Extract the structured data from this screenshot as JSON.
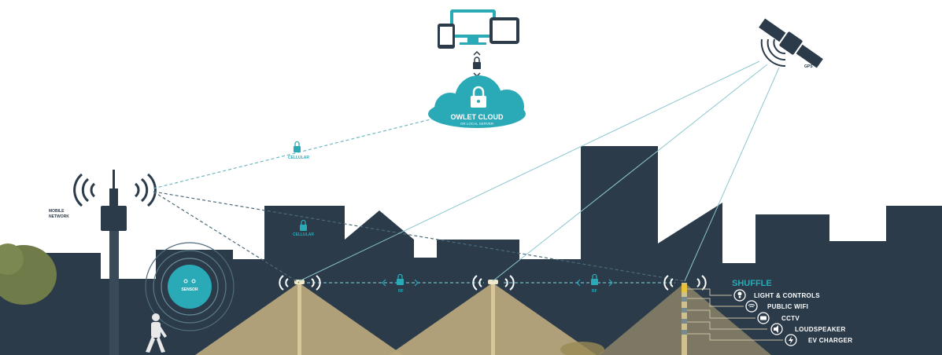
{
  "cloud": {
    "title": "OWLET CLOUD",
    "subtitle": "OR LOCAL SERVER"
  },
  "labels": {
    "mobile_network": [
      "MOBILE",
      "NETWORK"
    ],
    "gps": "GPS",
    "cellular_top": "CELLULAR",
    "cellular_mid": "CELLULAR",
    "rf_left": "RF",
    "rf_right": "RF",
    "sensor": "SENSOR"
  },
  "shuffle": {
    "title": "SHUFFLE",
    "features": [
      "LIGHT & CONTROLS",
      "PUBLIC WIFI",
      "CCTV",
      "LOUDSPEAKER",
      "EV CHARGER"
    ]
  },
  "colors": {
    "city": "#2b3b4a",
    "accent": "#2aa9b7",
    "light_cone": "#b7a57b",
    "tree": "#6f7b48"
  },
  "icons": [
    "devices-icon",
    "lock-icon",
    "cloud-icon",
    "satellite-icon",
    "antenna-tower-icon",
    "signal-waves-icon",
    "pedestrian-icon",
    "sensor-icon",
    "street-light-icon",
    "lightbulb-icon",
    "wifi-icon",
    "camera-icon",
    "speaker-icon",
    "ev-charger-icon"
  ]
}
